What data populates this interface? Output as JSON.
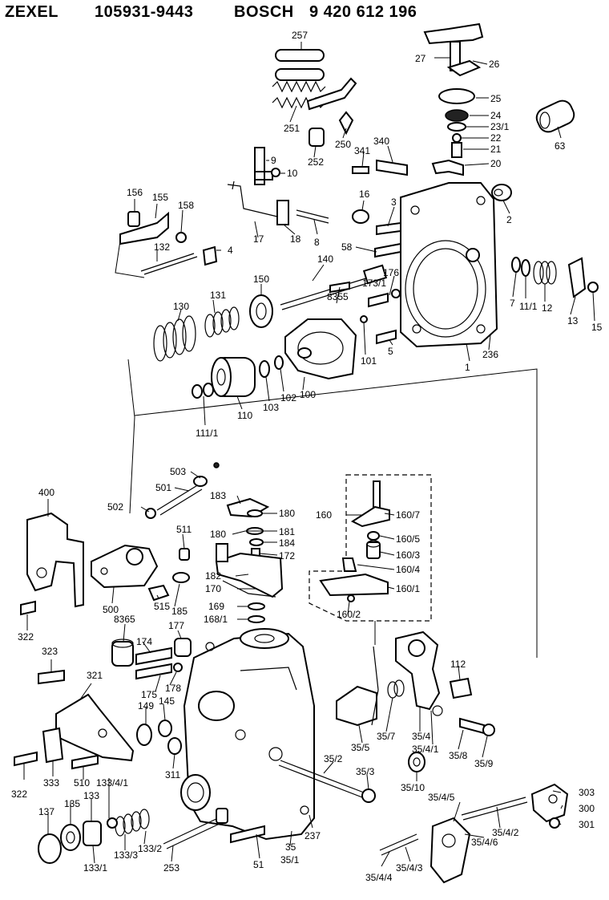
{
  "header": {
    "brand1": "ZEXEL",
    "part1": "105931-9443",
    "brand2": "BOSCH",
    "part2": "9 420 612 196"
  },
  "labels": {
    "p257": "257",
    "p251": "251",
    "p250": "250",
    "p252": "252",
    "p27": "27",
    "p26": "26",
    "p25": "25",
    "p24": "24",
    "p23_1": "23/1",
    "p22": "22",
    "p21": "21",
    "p20": "20",
    "p63": "63",
    "p9": "9",
    "p10": "10",
    "p341": "341",
    "p340": "340",
    "p156": "156",
    "p155": "155",
    "p158": "158",
    "p132": "132",
    "p4": "4",
    "p17": "17",
    "p18": "18",
    "p8": "8",
    "p16": "16",
    "p3": "3",
    "p2": "2",
    "p58": "58",
    "p140": "140",
    "p176": "176",
    "p173_1": "173/1",
    "p7": "7",
    "p11_1": "11/1",
    "p12": "12",
    "p13": "13",
    "p15": "15",
    "p130": "130",
    "p131": "131",
    "p150": "150",
    "p8355": "8355",
    "p101": "101",
    "p5": "5",
    "p1": "1",
    "p236": "236",
    "p110": "110",
    "p103": "103",
    "p102": "102",
    "p100": "100",
    "p111_1": "111/1",
    "p503": "503",
    "p501": "501",
    "p502": "502",
    "p183": "183",
    "p180a": "180",
    "p181": "181",
    "p180b": "180",
    "p184": "184",
    "p172": "172",
    "p182": "182",
    "p170": "170",
    "p169": "169",
    "p168_1": "168/1",
    "p160": "160",
    "p160_7": "160/7",
    "p160_5": "160/5",
    "p160_3": "160/3",
    "p160_4": "160/4",
    "p160_1": "160/1",
    "p160_2": "160/2",
    "p400": "400",
    "p511": "511",
    "p500": "500",
    "p515": "515",
    "p185": "185",
    "p322a": "322",
    "p8365": "8365",
    "p177": "177",
    "p174": "174",
    "p323": "323",
    "p321": "321",
    "p175": "175",
    "p178": "178",
    "p149": "149",
    "p145": "145",
    "p311": "311",
    "p112": "112",
    "p35_5": "35/5",
    "p35_7": "35/7",
    "p35_4": "35/4",
    "p35_4_1": "35/4/1",
    "p35_8": "35/8",
    "p35_9": "35/9",
    "p35_10": "35/10",
    "p35_2": "35/2",
    "p35_3": "35/3",
    "p322b": "322",
    "p333": "333",
    "p510": "510",
    "p133_4_1": "133/4/1",
    "p133": "133",
    "p137": "137",
    "p135": "135",
    "p133_1": "133/1",
    "p133_3": "133/3",
    "p133_2": "133/2",
    "p253": "253",
    "p51": "51",
    "p35": "35",
    "p35_1": "35/1",
    "p237": "237",
    "p35_4_5": "35/4/5",
    "p303": "303",
    "p300": "300",
    "p301": "301",
    "p35_4_2": "35/4/2",
    "p35_4_6": "35/4/6",
    "p35_4_3": "35/4/3",
    "p35_4_4": "35/4/4"
  }
}
